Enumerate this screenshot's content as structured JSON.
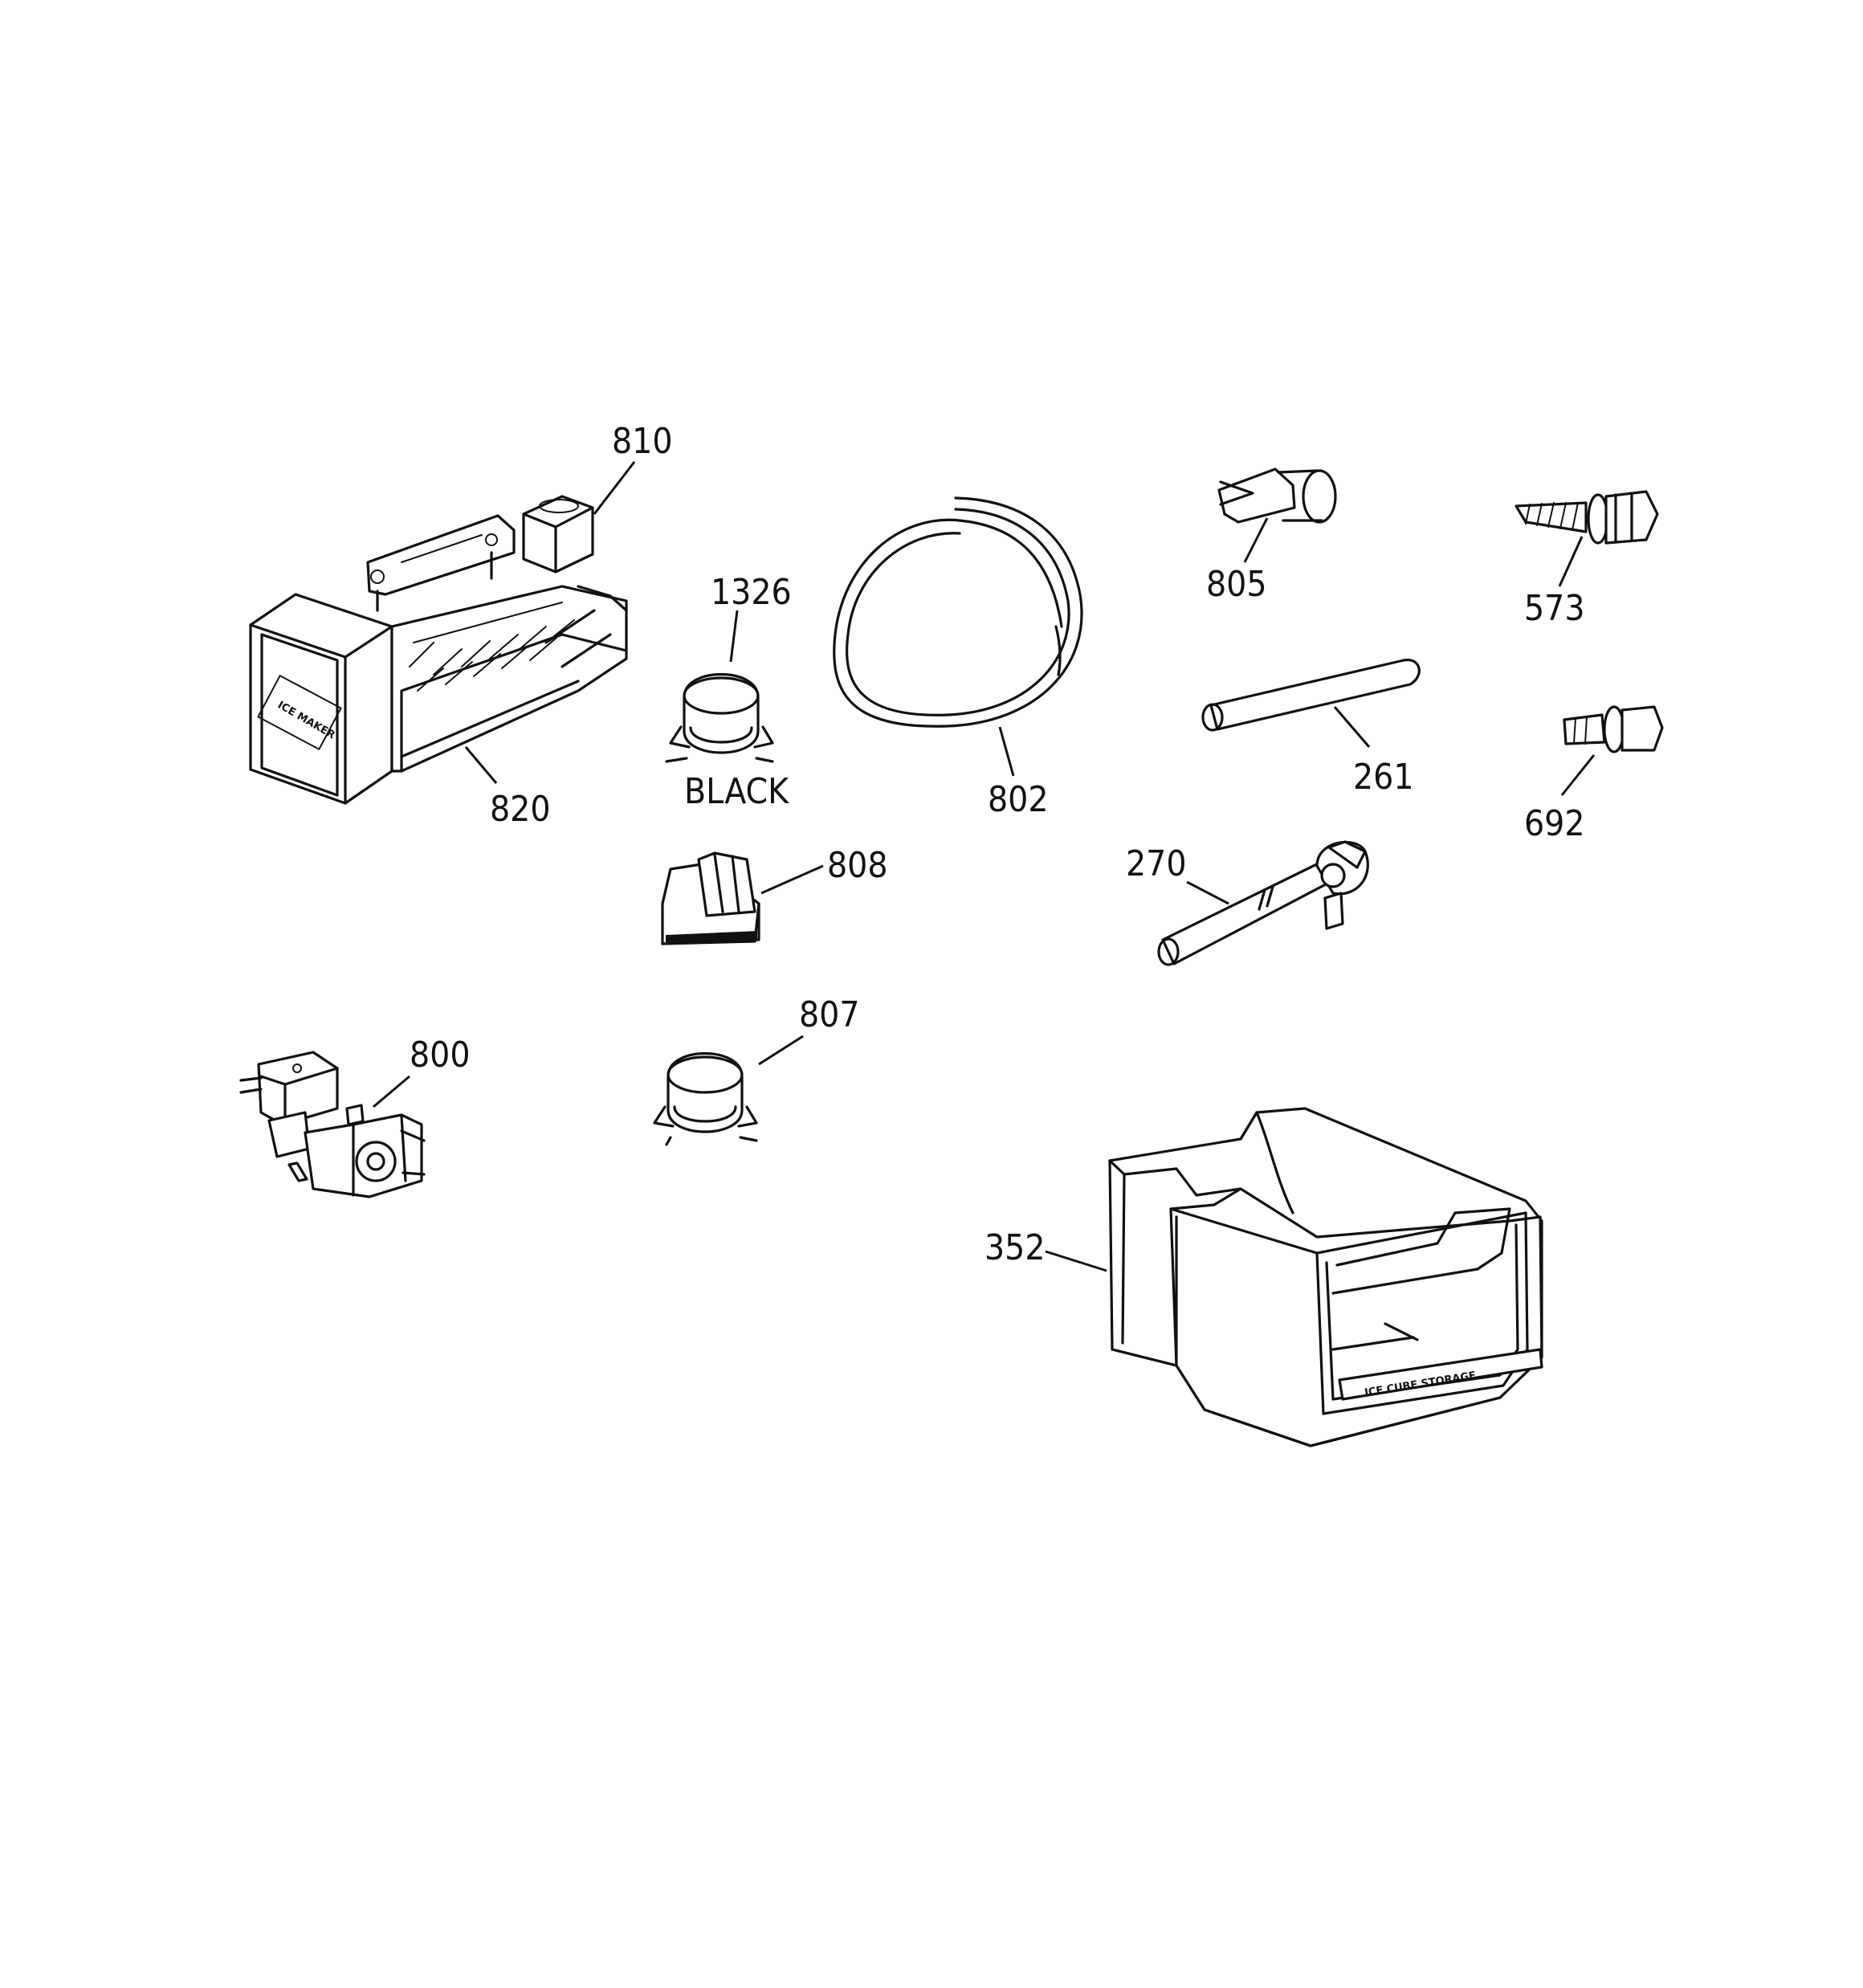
{
  "parts": [
    {
      "id": "810",
      "label": "810"
    },
    {
      "id": "820",
      "label": "820",
      "text": "ICE MAKER"
    },
    {
      "id": "1326",
      "label": "1326",
      "note": "BLACK"
    },
    {
      "id": "802",
      "label": "802"
    },
    {
      "id": "805",
      "label": "805"
    },
    {
      "id": "573",
      "label": "573"
    },
    {
      "id": "261",
      "label": "261"
    },
    {
      "id": "692",
      "label": "692"
    },
    {
      "id": "808",
      "label": "808"
    },
    {
      "id": "270",
      "label": "270"
    },
    {
      "id": "800",
      "label": "800"
    },
    {
      "id": "807",
      "label": "807"
    },
    {
      "id": "352",
      "label": "352",
      "text": "ICE CUBE STORAGE"
    }
  ]
}
